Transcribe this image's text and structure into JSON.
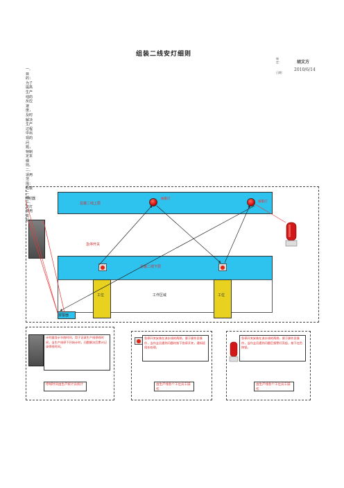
{
  "document": {
    "title": "组装二线安灯细则",
    "author_label": "制定：",
    "author": "胡文方",
    "date_label": "日期：",
    "date": "2010/6/14",
    "side_text": "一、目的：为了提高生产线的反应速度，及时解决生产过程中出现的问题，特制定本细则。二、适用范围：组装二线。三、安灯使用说明："
  },
  "diagram": {
    "counter_label": "计时器",
    "top_line_label": "总装二线上层",
    "bottom_line_label": "总装二线下层",
    "lamp_label_1": "报警灯",
    "lamp_label_2": "报警灯",
    "switch_label": "急停开关",
    "station_label_1": "工位",
    "station_label_2": "工作区域",
    "station_label_3": "工位",
    "alarm_box_label": "报警器"
  },
  "legend": [
    {
      "desc": "计时器显示节拍时间，用于记录生产线停线时间，当生产线停下开始计时，问题解决后累计记录停线时间。",
      "note": "停线时间由生产统计员统计"
    },
    {
      "desc": "急停开关安装在流水线的两侧，便于操作员操作，当作业员遇到问题时按下急停开关，通知班组长处理。",
      "note": "由生产线各个工位员工操作"
    },
    {
      "desc": "急停开关安装在流水线的两侧，便于操作员操作，当作业员遇到问题后报警灯亮起，按下红色按钮。",
      "note": "由生产线各个工位员工操作"
    }
  ],
  "colors": {
    "line_bar": "#2ec3ee",
    "station": "#e8d21f",
    "lamp": "#d01010",
    "note": "#e33333"
  }
}
